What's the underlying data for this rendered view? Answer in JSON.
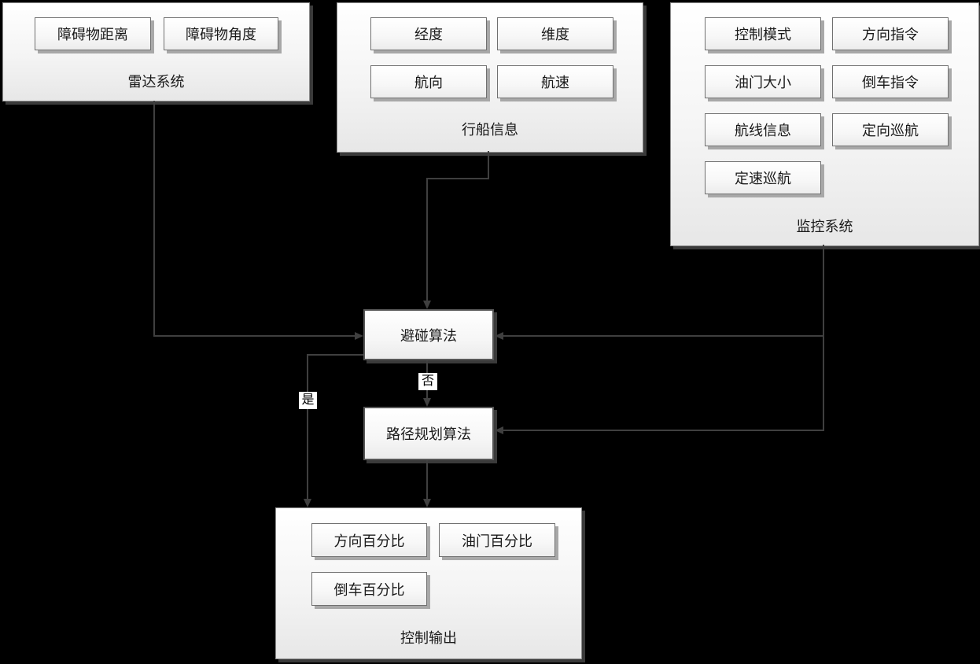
{
  "colors": {
    "background": "#000000",
    "panel_border": "#8a8a8a",
    "node_border": "#707070",
    "connector": "#3f3f3f",
    "text": "#1a1a1a",
    "shadow_dark": "#3a3a3a",
    "shadow_light": "#a8a8a8",
    "edge_label_bg": "#ffffff"
  },
  "panels": {
    "radar": {
      "title": "雷达系统",
      "items": [
        "障碍物距离",
        "障碍物角度"
      ]
    },
    "ship_info": {
      "title": "行船信息",
      "items": [
        "经度",
        "维度",
        "航向",
        "航速"
      ]
    },
    "monitor": {
      "title": "监控系统",
      "items": [
        "控制模式",
        "方向指令",
        "油门大小",
        "倒车指令",
        "航线信息",
        "定向巡航",
        "定速巡航"
      ]
    },
    "output": {
      "title": "控制输出",
      "items": [
        "方向百分比",
        "油门百分比",
        "倒车百分比"
      ]
    }
  },
  "nodes": {
    "collision": "避碰算法",
    "path": "路径规划算法"
  },
  "edge_labels": {
    "no": "否",
    "yes": "是"
  }
}
